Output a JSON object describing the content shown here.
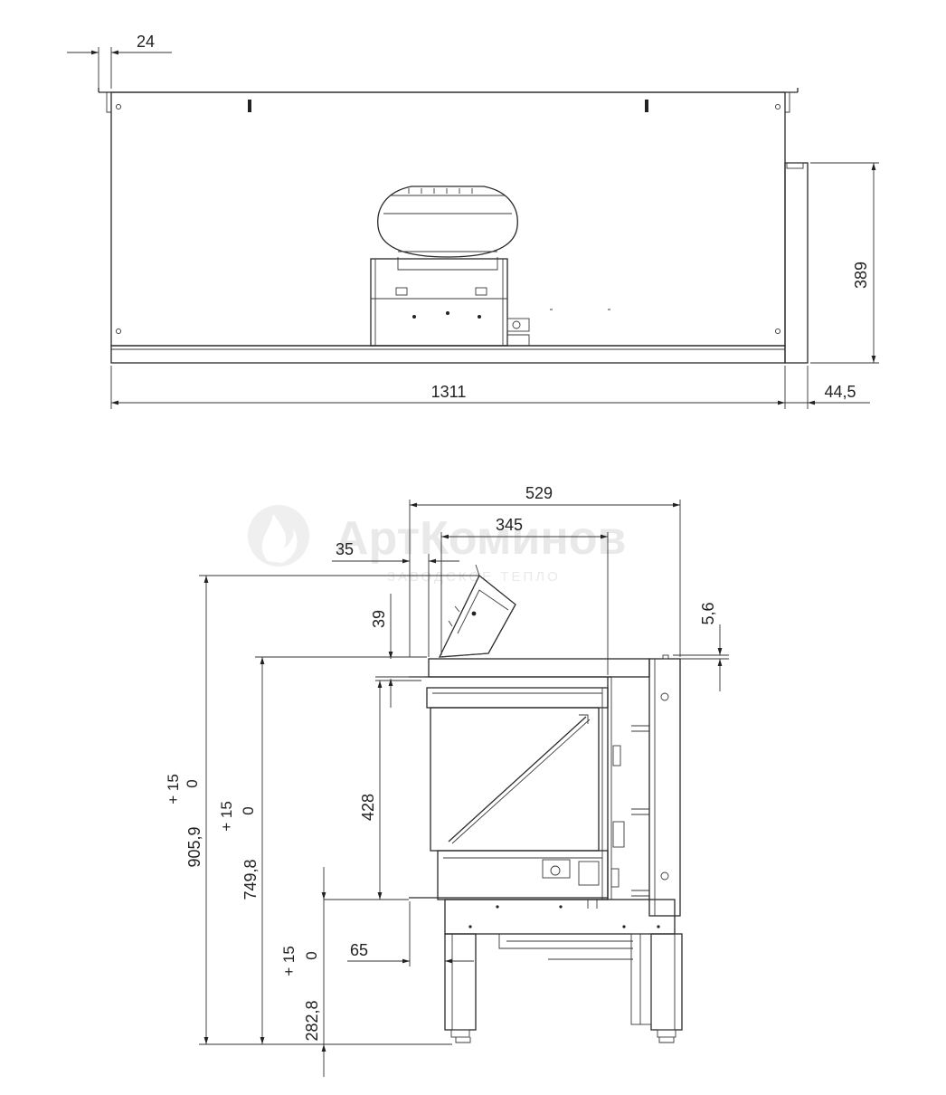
{
  "watermark": {
    "brand": "AртКоминов",
    "tagline": "ЗАВОДСКОЕ ТЕПЛО"
  },
  "top_view": {
    "dimensions": {
      "offset_left": "24",
      "total_width": "1311",
      "height_right": "389",
      "side_depth": "44,5"
    }
  },
  "side_view": {
    "dimensions": {
      "overall_depth": "529",
      "firebox_depth": "345",
      "front_offset": "35",
      "glass_top_gap": "39",
      "rear_step": "5,6",
      "glass_height": "428",
      "leg_inset": "65",
      "height_total": "905,9",
      "height_total_tol_plus": "+ 15",
      "height_total_tol_minus": "0",
      "height_opening": "749,8",
      "height_opening_tol_plus": "+ 15",
      "height_opening_tol_minus": "0",
      "height_floor": "282,8",
      "height_floor_tol_plus": "+ 15",
      "height_floor_tol_minus": "0"
    }
  },
  "colors": {
    "line": "#2a2a2a",
    "background": "#ffffff",
    "watermark": "#e9e9e9"
  }
}
